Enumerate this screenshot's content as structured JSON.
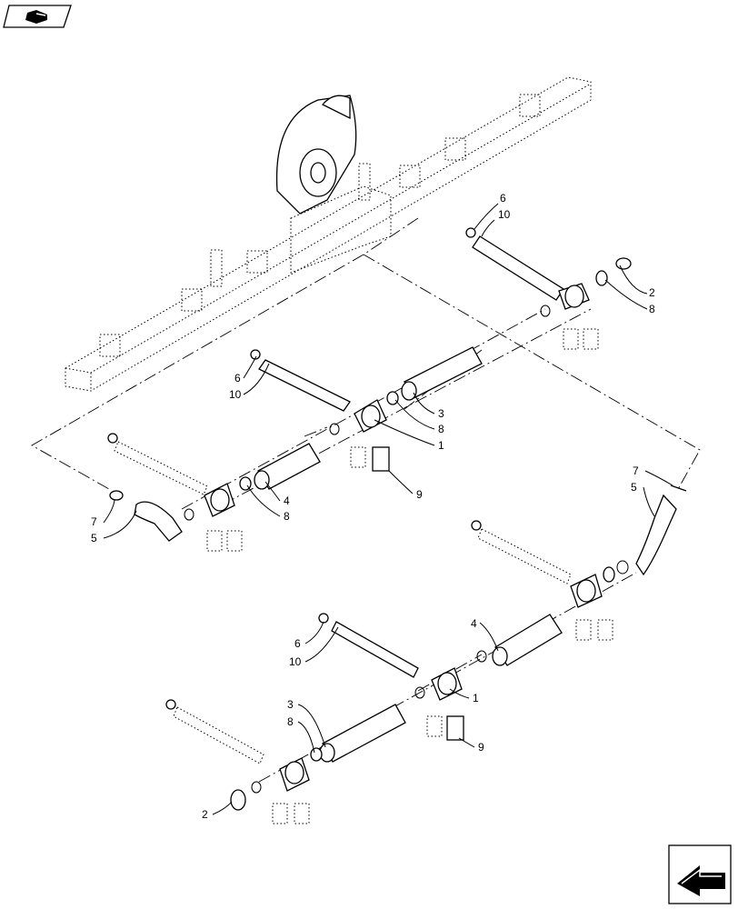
{
  "callouts": {
    "c_6_top": "6",
    "c_10_top": "10",
    "c_2_top": "2",
    "c_8_top": "8",
    "c_6_mid": "6",
    "c_10_mid": "10",
    "c_3_mid": "3",
    "c_8_mid": "8",
    "c_1_mid": "1",
    "c_9_mid": "9",
    "c_7_left": "7",
    "c_5_left": "5",
    "c_4_left": "4",
    "c_8_left": "8",
    "c_7_right": "7",
    "c_5_right": "5",
    "c_4_low": "4",
    "c_6_low": "6",
    "c_10_low": "10",
    "c_1_low": "1",
    "c_9_low": "9",
    "c_3_bot": "3",
    "c_8_bot": "8",
    "c_2_bot": "2"
  },
  "icons": {
    "nav_top": "book-pointer-icon",
    "nav_bottom": "arrow-pointer-icon"
  }
}
